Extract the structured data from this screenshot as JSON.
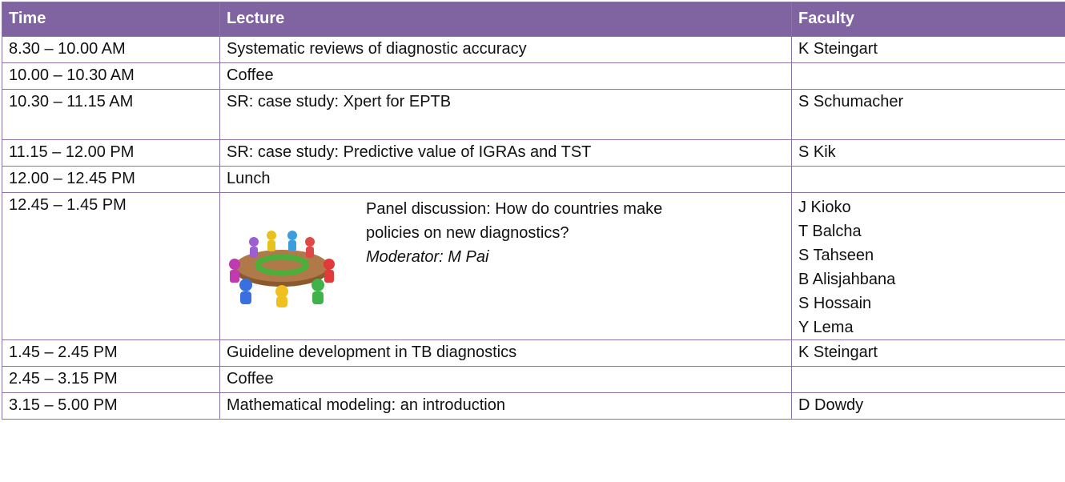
{
  "header": {
    "time": "Time",
    "lecture": "Lecture",
    "faculty": "Faculty"
  },
  "rows": [
    {
      "time": "8.30 – 10.00 AM",
      "lecture": "Systematic reviews of diagnostic accuracy",
      "faculty": "K Steingart"
    },
    {
      "time": "10.00 – 10.30 AM",
      "lecture": "Coffee",
      "faculty": ""
    },
    {
      "time": "10.30 – 11.15 AM",
      "lecture": "SR: case study: Xpert for EPTB",
      "faculty": "S Schumacher"
    },
    {
      "time": "11.15 – 12.00 PM",
      "lecture": "SR: case study: Predictive value of IGRAs and TST",
      "faculty": "S Kik"
    },
    {
      "time": "12.00 – 12.45 PM",
      "lecture": "Lunch",
      "faculty": ""
    }
  ],
  "panel": {
    "time": "12.45 – 1.45 PM",
    "line1": "Panel discussion: How do countries make",
    "line2": "policies on new diagnostics?",
    "moderator": "Moderator: M Pai",
    "faculty": [
      "J Kioko",
      "T Balcha",
      "S Tahseen",
      "B Alisjahbana",
      "S Hossain",
      "Y Lema"
    ]
  },
  "rows_after": [
    {
      "time": "1.45 – 2.45 PM",
      "lecture": "Guideline development in TB diagnostics",
      "faculty": "K Steingart"
    },
    {
      "time": "2.45 – 3.15 PM",
      "lecture": "Coffee",
      "faculty": ""
    },
    {
      "time": "3.15 – 5.00 PM",
      "lecture": "Mathematical modeling: an introduction",
      "faculty": "D Dowdy"
    }
  ],
  "colors": {
    "header_bg": "#8064a2",
    "border": "#8b73a8",
    "table_green": "#4caf3a",
    "table_brown": "#8a5a2e"
  },
  "icons": {
    "panel_image": "round-table-meeting-icon"
  }
}
